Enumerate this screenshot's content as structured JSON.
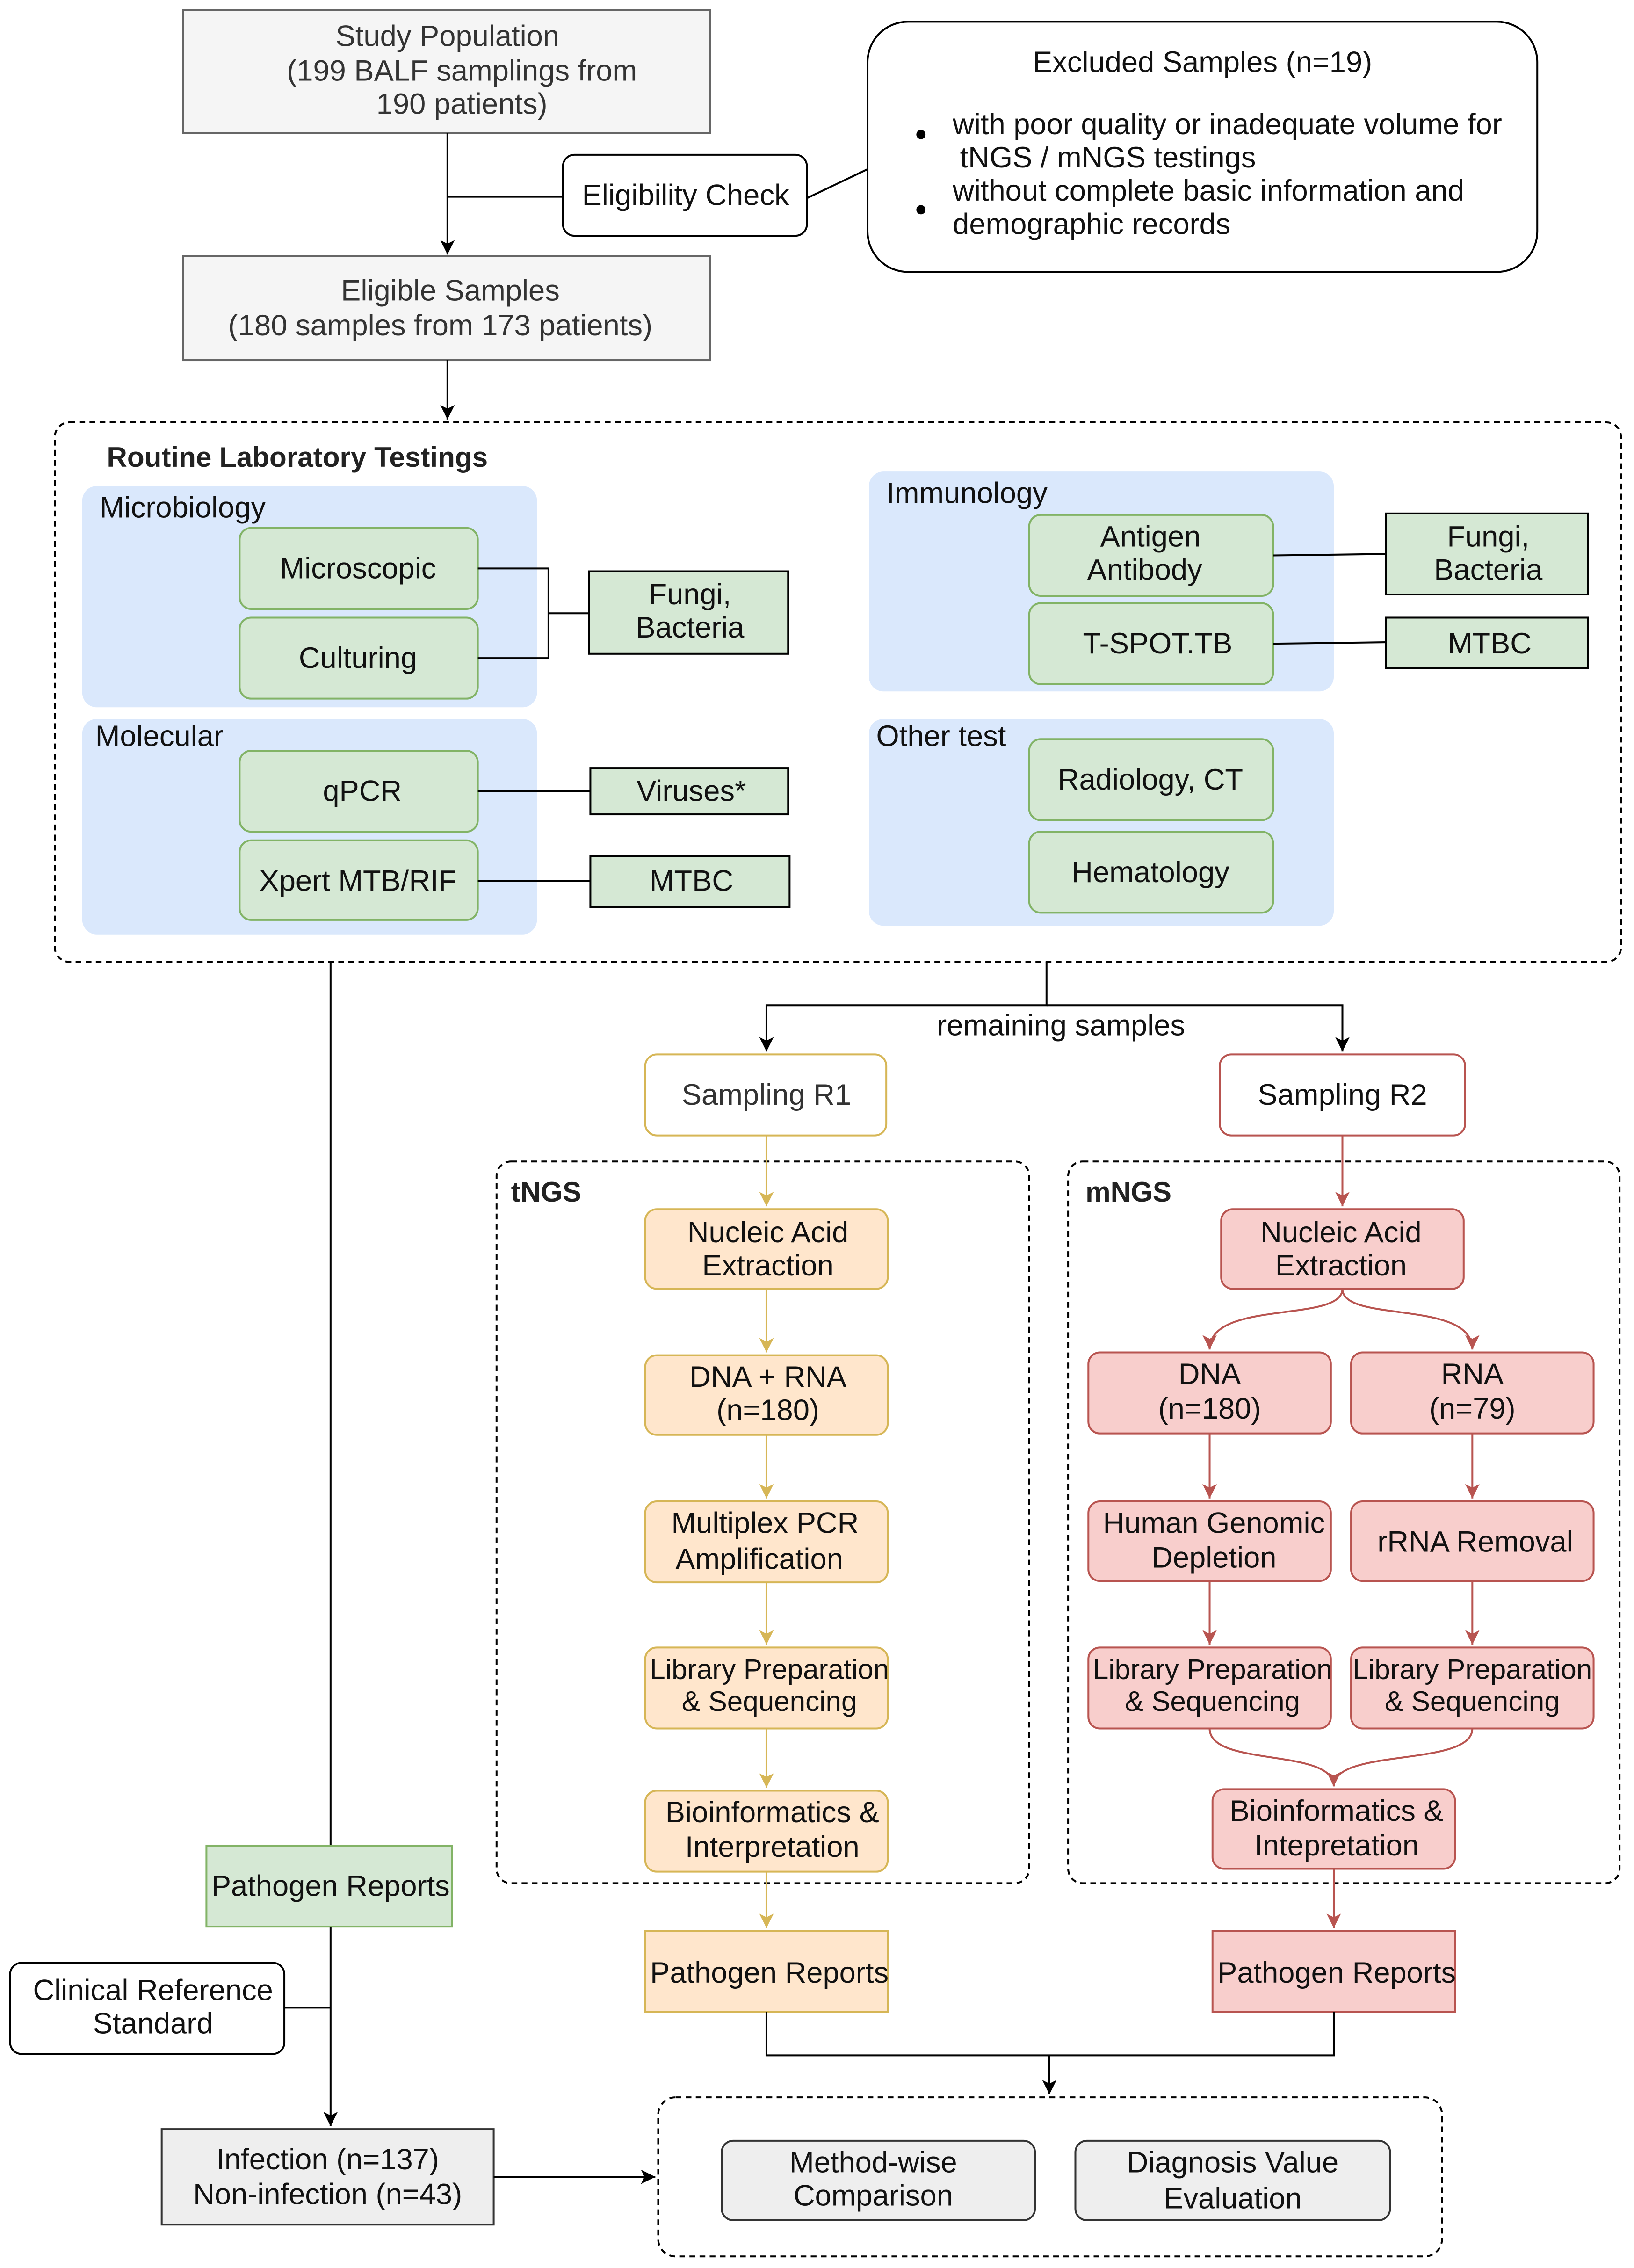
{
  "colors": {
    "gray_fill": "#f5f5f5",
    "gray_stroke": "#666666",
    "blue_panel": "#dae8fc",
    "green_fill": "#d5e8d4",
    "green_stroke": "#82b366",
    "orange_fill": "#ffe6cc",
    "orange_stroke": "#d6b656",
    "red_fill": "#f8cecc",
    "red_stroke": "#b85450",
    "result_fill": "#eeeeee"
  },
  "study_population": {
    "lines": [
      "Study Population",
      "(199 BALF samplings from",
      "190 patients)"
    ]
  },
  "eligibility_check": {
    "label": "Eligibility Check"
  },
  "excluded_samples": {
    "title": "Excluded Samples (n=19)",
    "criteria": [
      {
        "lines": [
          "with poor quality or inadequate volume for",
          "tNGS / mNGS testings"
        ]
      },
      {
        "lines": [
          "without complete basic information and",
          "demographic records"
        ]
      }
    ]
  },
  "eligible_samples": {
    "lines": [
      "Eligible Samples",
      "(180 samples from 173 patients)"
    ]
  },
  "routine_testing": {
    "title": "Routine Laboratory Testings",
    "microbiology": {
      "label": "Microbiology",
      "methods": [
        "Microscopic",
        "Culturing"
      ],
      "target": [
        "Fungi,",
        "Bacteria"
      ]
    },
    "molecular": {
      "label": "Molecular",
      "methods": [
        {
          "name": "qPCR",
          "target": "Viruses*"
        },
        {
          "name": "Xpert MTB/RIF",
          "target": "MTBC"
        }
      ]
    },
    "immunology": {
      "label": "Immunology",
      "methods": [
        {
          "name": [
            "Antigen",
            "Antibody"
          ],
          "target": [
            "Fungi,",
            "Bacteria"
          ]
        },
        {
          "name": [
            "T-SPOT.TB"
          ],
          "target": [
            "MTBC"
          ]
        }
      ]
    },
    "other_test": {
      "label": "Other test",
      "methods": [
        "Radiology, CT",
        "Hematology"
      ]
    },
    "report": "Pathogen Reports"
  },
  "remaining_samples": "remaining samples",
  "tngs": {
    "sampling": "Sampling R1",
    "label": "tNGS",
    "steps": [
      [
        "Nucleic Acid",
        "Extraction"
      ],
      [
        "DNA + RNA",
        "(n=180)"
      ],
      [
        "Multiplex PCR",
        "Amplification"
      ],
      [
        "Library Preparation",
        "& Sequencing"
      ],
      [
        "Bioinformatics &",
        "Interpretation"
      ]
    ],
    "report": "Pathogen Reports"
  },
  "mngs": {
    "sampling": "Sampling R2",
    "label": "mNGS",
    "extraction": [
      "Nucleic Acid",
      "Extraction"
    ],
    "dna_branch": [
      [
        "DNA",
        "(n=180)"
      ],
      [
        "Human Genomic",
        "Depletion"
      ],
      [
        "Library Preparation",
        "& Sequencing"
      ]
    ],
    "rna_branch": [
      [
        "RNA",
        "(n=79)"
      ],
      [
        "rRNA Removal"
      ],
      [
        "Library Preparation",
        "& Sequencing"
      ]
    ],
    "bioinformatics": [
      "Bioinformatics &",
      "Intepretation"
    ],
    "report": "Pathogen Reports"
  },
  "clinical_reference": [
    "Clinical Reference",
    "Standard"
  ],
  "diagnosis_groups": [
    "Infection (n=137)",
    "Non-infection (n=43)"
  ],
  "evaluation": {
    "method_comparison": [
      "Method-wise",
      "Comparison"
    ],
    "diagnosis_value": [
      "Diagnosis Value",
      "Evaluation"
    ]
  }
}
